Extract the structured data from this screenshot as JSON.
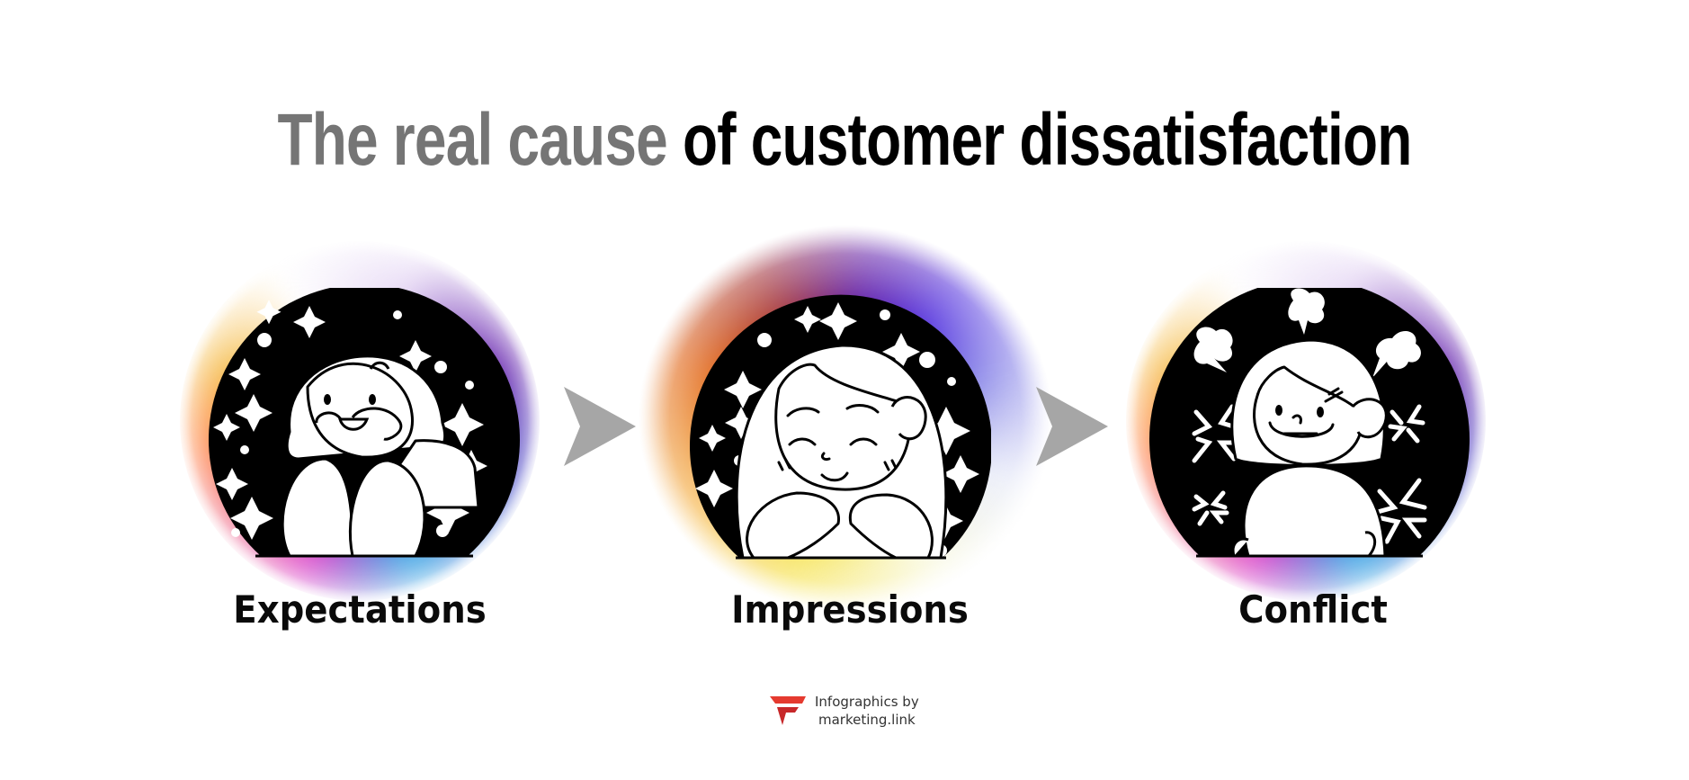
{
  "title": {
    "part_muted": "The real cause",
    "part_strong": "of customer dissatisfaction",
    "muted_color": "#757575",
    "strong_color": "#000000"
  },
  "steps": [
    {
      "label": "Expectations",
      "illustration": "happy-girl-with-sparkles-icon",
      "glow_colors": [
        "#4fb3e8",
        "#5b2aa8",
        "#e055d0",
        "#f0a040"
      ]
    },
    {
      "label": "Impressions",
      "illustration": "content-girl-eyes-closed-icon",
      "glow_colors": [
        "#e06010",
        "#6a28a8",
        "#f5e040",
        "#6a50e0"
      ]
    },
    {
      "label": "Conflict",
      "illustration": "angry-girl-with-steam-icon",
      "glow_colors": [
        "#4fb3e8",
        "#5b2aa8",
        "#e055d0",
        "#f0a040"
      ]
    }
  ],
  "arrows": [
    {
      "icon": "arrow-right-icon",
      "color": "#a6a6a6"
    },
    {
      "icon": "arrow-right-icon",
      "color": "#a6a6a6"
    }
  ],
  "footer": {
    "line1": "Infographics by",
    "line2": "marketing.link",
    "logo_color": "#e53a2f"
  }
}
